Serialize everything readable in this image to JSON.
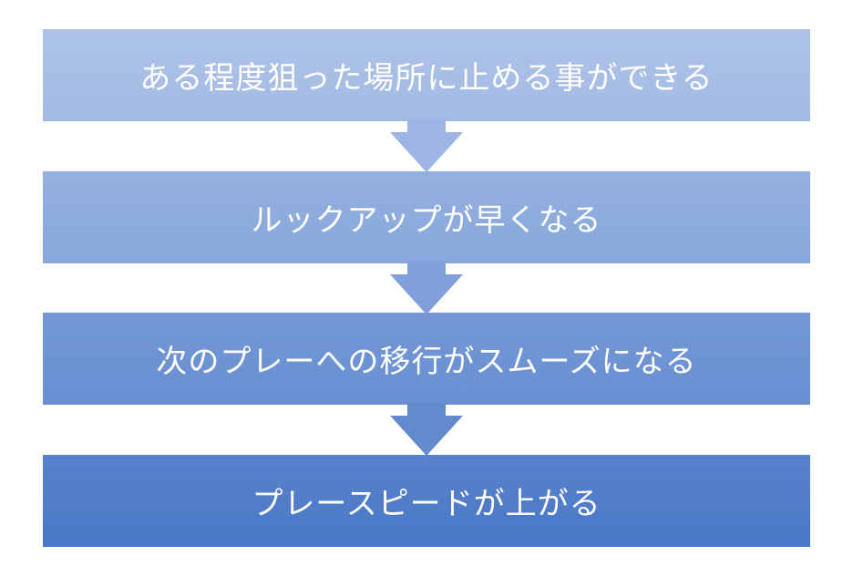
{
  "steps": [
    {
      "label": "ある程度狙った場所に止める事ができる"
    },
    {
      "label": "ルックアップが早くなる"
    },
    {
      "label": "次のプレーへの移行がスムーズになる"
    },
    {
      "label": "プレースピードが上がる"
    }
  ],
  "colors": {
    "step_1": "#aac0e6",
    "step_2": "#8eabdd",
    "step_3": "#6f93d3",
    "step_4": "#507cc9",
    "arrow_1": "#9db5e2",
    "arrow_2": "#819fd9",
    "arrow_3": "#6389cf",
    "text": "#ffffff"
  }
}
